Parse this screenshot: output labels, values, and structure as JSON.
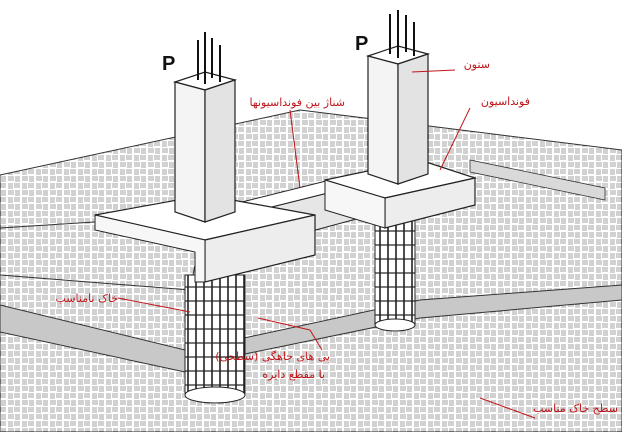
{
  "labels": {
    "column": "ستون",
    "foundation": "فونداسیون",
    "tie_beam": "شناژ بین فونداسیونها",
    "unsuitable_soil": "خاک نامناسب",
    "pile_line1": "پی های جاهگی (سطحی)",
    "pile_line2": "با مقطع دایره",
    "suitable_soil": "سطح خاک مناسب"
  },
  "loads": {
    "left": "P",
    "right": "P"
  },
  "colors": {
    "annotation": "#c0161b",
    "line": "#1a1a1a",
    "soil_cut": "#c8c8c8",
    "shadow": "#d9d9d9"
  }
}
